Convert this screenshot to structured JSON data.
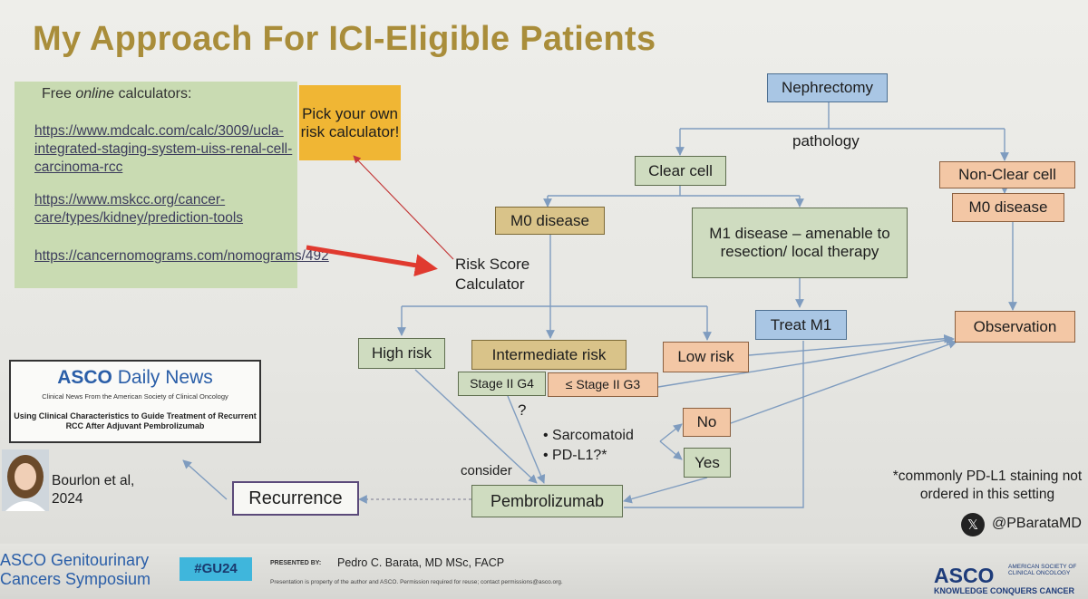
{
  "title": "My Approach For ICI-Eligible Patients",
  "calculators": {
    "header_pre": "Free ",
    "header_em": "online",
    "header_post": " calculators:",
    "links": [
      "https://www.mdcalc.com/calc/3009/ucla-integrated-staging-system-uiss-renal-cell-carcinoma-rcc",
      "https://www.mskcc.org/cancer-care/types/kidney/prediction-tools",
      "https://cancernomograms.com/nomograms/492"
    ]
  },
  "pick_box": "Pick your own risk calculator!",
  "flow": {
    "nephrectomy": "Nephrectomy",
    "pathology": "pathology",
    "clear_cell": "Clear cell",
    "non_clear_cell": "Non-Clear cell",
    "m0_clear": "M0 disease",
    "m0_nonclear": "M0 disease",
    "m1": "M1 disease – amenable to resection/ local therapy",
    "risk_score": "Risk Score Calculator",
    "treat_m1": "Treat M1",
    "observation": "Observation",
    "high_risk": "High risk",
    "intermediate_risk": "Intermediate risk",
    "low_risk": "Low risk",
    "stage_g4": "Stage II G4",
    "stage_g3": "≤ Stage II G3",
    "question": "?",
    "bullet_1": "• Sarcomatoid",
    "bullet_2": "• PD-L1?*",
    "no": "No",
    "yes": "Yes",
    "consider": "consider",
    "pembrolizumab": "Pembrolizumab",
    "recurrence": "Recurrence"
  },
  "asco_news": {
    "brand_1": "ASCO",
    "brand_2": " Daily News",
    "subtitle": "Clinical News From the American Society of Clinical Oncology",
    "headline": "Using Clinical Characteristics to Guide Treatment of Recurrent RCC After Adjuvant Pembrolizumab"
  },
  "citation": "Bourlon et al, 2024",
  "footnote": "*commonly PD-L1 staining not ordered in this setting",
  "social": {
    "icon": "x-logo-icon",
    "glyph": "𝕏",
    "handle": "@PBarataMD"
  },
  "footer": {
    "symposium_1": "ASCO Genitourinary",
    "symposium_2": "Cancers Symposium",
    "hashtag": "#GU24",
    "presented_by": "PRESENTED BY:",
    "presenter": "Pedro C. Barata, MD MSc, FACP",
    "property": "Presentation is property of the author and ASCO. Permission required for reuse; contact permissions@asco.org.",
    "asco": "ASCO",
    "asco_sub": "AMERICAN SOCIETY OF CLINICAL ONCOLOGY",
    "asco_tagline": "KNOWLEDGE CONQUERS CANCER"
  },
  "colors": {
    "title": "#a98d3a",
    "blue": "#a9c6e4",
    "green": "#cfdcc0",
    "tan": "#d9c389",
    "salmon": "#f3c7a5",
    "pick": "#f0b634",
    "red_arrow": "#e03a2f",
    "connector": "#7f9cbf"
  }
}
